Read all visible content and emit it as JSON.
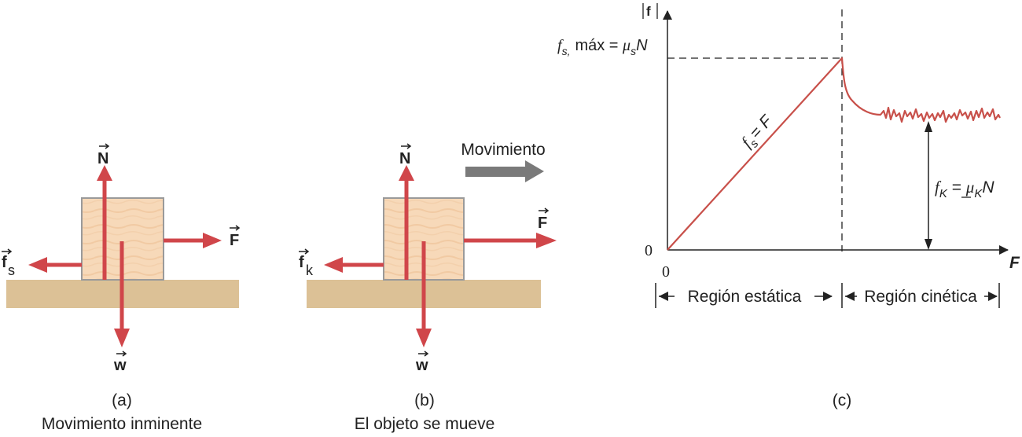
{
  "panel_a": {
    "letter": "(a)",
    "caption": "Movimiento inminente",
    "label_N": "N",
    "label_F": "F",
    "label_W": "w",
    "label_f": "f",
    "label_f_sub": "s"
  },
  "panel_b": {
    "letter": "(b)",
    "caption": "El objeto se mueve",
    "label_N": "N",
    "label_F": "F",
    "label_W": "w",
    "label_f": "f",
    "label_f_sub": "k",
    "motion_label": "Movimiento"
  },
  "panel_c": {
    "letter": "(c)",
    "y_axis_label": "|f|",
    "x_axis_label": "F",
    "origin_y": "0",
    "origin_x": "0",
    "max_label": {
      "f": "f",
      "sub": "s,",
      "text": "máx = ",
      "mu": "μ",
      "mu_sub": "s",
      "N": "N"
    },
    "static_line_label": {
      "f": "f",
      "sub": "s",
      "rest": "= F"
    },
    "kinetic_label": {
      "f": "f",
      "sub": "K",
      "rest": " = ",
      "mu": "μ",
      "mu_sub": "K",
      "N": "N"
    },
    "region_static": "Región estática",
    "region_kinetic": "Región cinética",
    "colors": {
      "curve": "#c8504a",
      "axis": "#222222"
    }
  },
  "colors": {
    "arrow": "#d0464a",
    "block_fill": "#f7d9b9",
    "block_stroke": "#9a9a9a",
    "ground": "#dcc196",
    "motion_arrow": "#7a7a7a"
  }
}
